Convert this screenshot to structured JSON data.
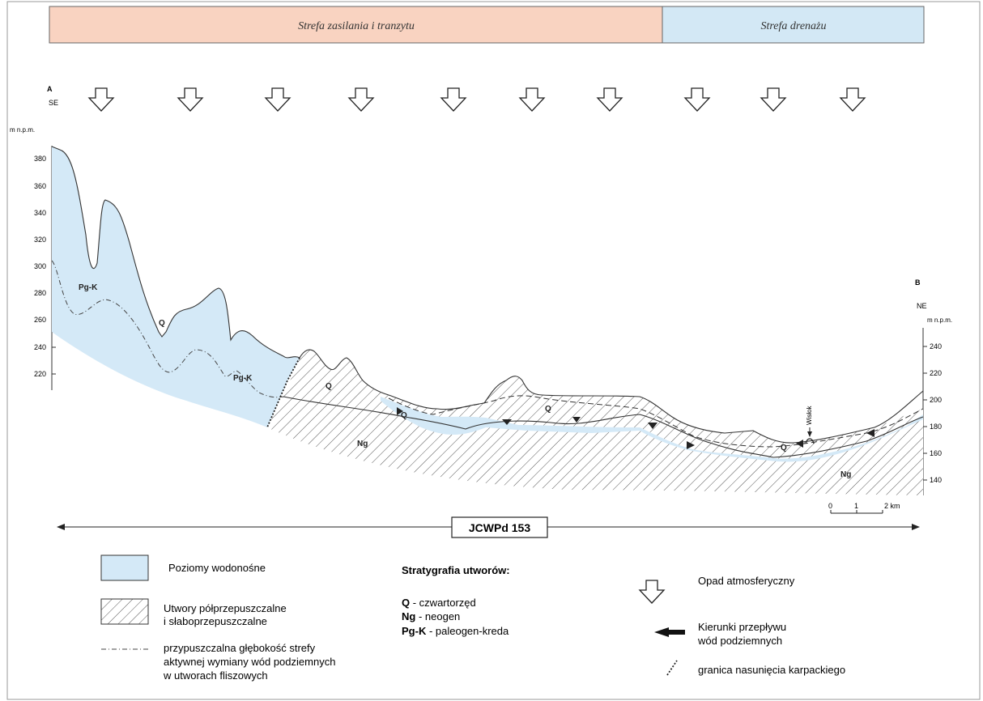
{
  "zones": {
    "recharge": {
      "label": "Strefa zasilania i tranzytu",
      "color": "#f9d3c1"
    },
    "drainage": {
      "label": "Strefa drenażu",
      "color": "#d3e8f5"
    }
  },
  "profile": {
    "start_point": "A",
    "start_dir": "SE",
    "end_point": "B",
    "end_dir": "NE",
    "axis_unit": "m n.p.m.",
    "left_ticks": [
      "380",
      "360",
      "340",
      "320",
      "300",
      "280",
      "260",
      "240",
      "220"
    ],
    "right_ticks": [
      "240",
      "220",
      "200",
      "180",
      "160",
      "140"
    ]
  },
  "units": {
    "pgk_1": "Pg-K",
    "pgk_2": "Pg-K",
    "q_1": "Q",
    "q_2": "Q",
    "q_3": "Q",
    "q_4": "Q",
    "q_5": "Q",
    "ng_1": "Ng",
    "ng_2": "Ng",
    "river": "Wisłok"
  },
  "scale": {
    "t0": "0",
    "t1": "1",
    "t2": "2 km"
  },
  "jcwpd": "JCWPd 153",
  "legend": {
    "aquifer": "Poziomy wodonośne",
    "semi_l1": "Utwory półprzepuszczalne",
    "semi_l2": "i słaboprzepuszczalne",
    "depth_l1": "przypuszczalna głębokość strefy",
    "depth_l2": "aktywnej wymiany wód podziemnych",
    "depth_l3": "w utworach fliszowych",
    "strat_title": "Stratygrafia utworów:",
    "strat_q_code": "Q",
    "strat_q_text": " - czwartorzęd",
    "strat_ng_code": "Ng",
    "strat_ng_text": " - neogen",
    "strat_pgk_code": "Pg-K",
    "strat_pgk_text": " - paleogen-kreda",
    "precip": "Opad atmosferyczny",
    "flow_l1": "Kierunki przepływu",
    "flow_l2": "wód podziemnych",
    "thrust": "granica nasunięcia karpackiego"
  },
  "colors": {
    "aquifer": "#d4e9f7",
    "line": "#333333",
    "hatch": "#555555"
  }
}
